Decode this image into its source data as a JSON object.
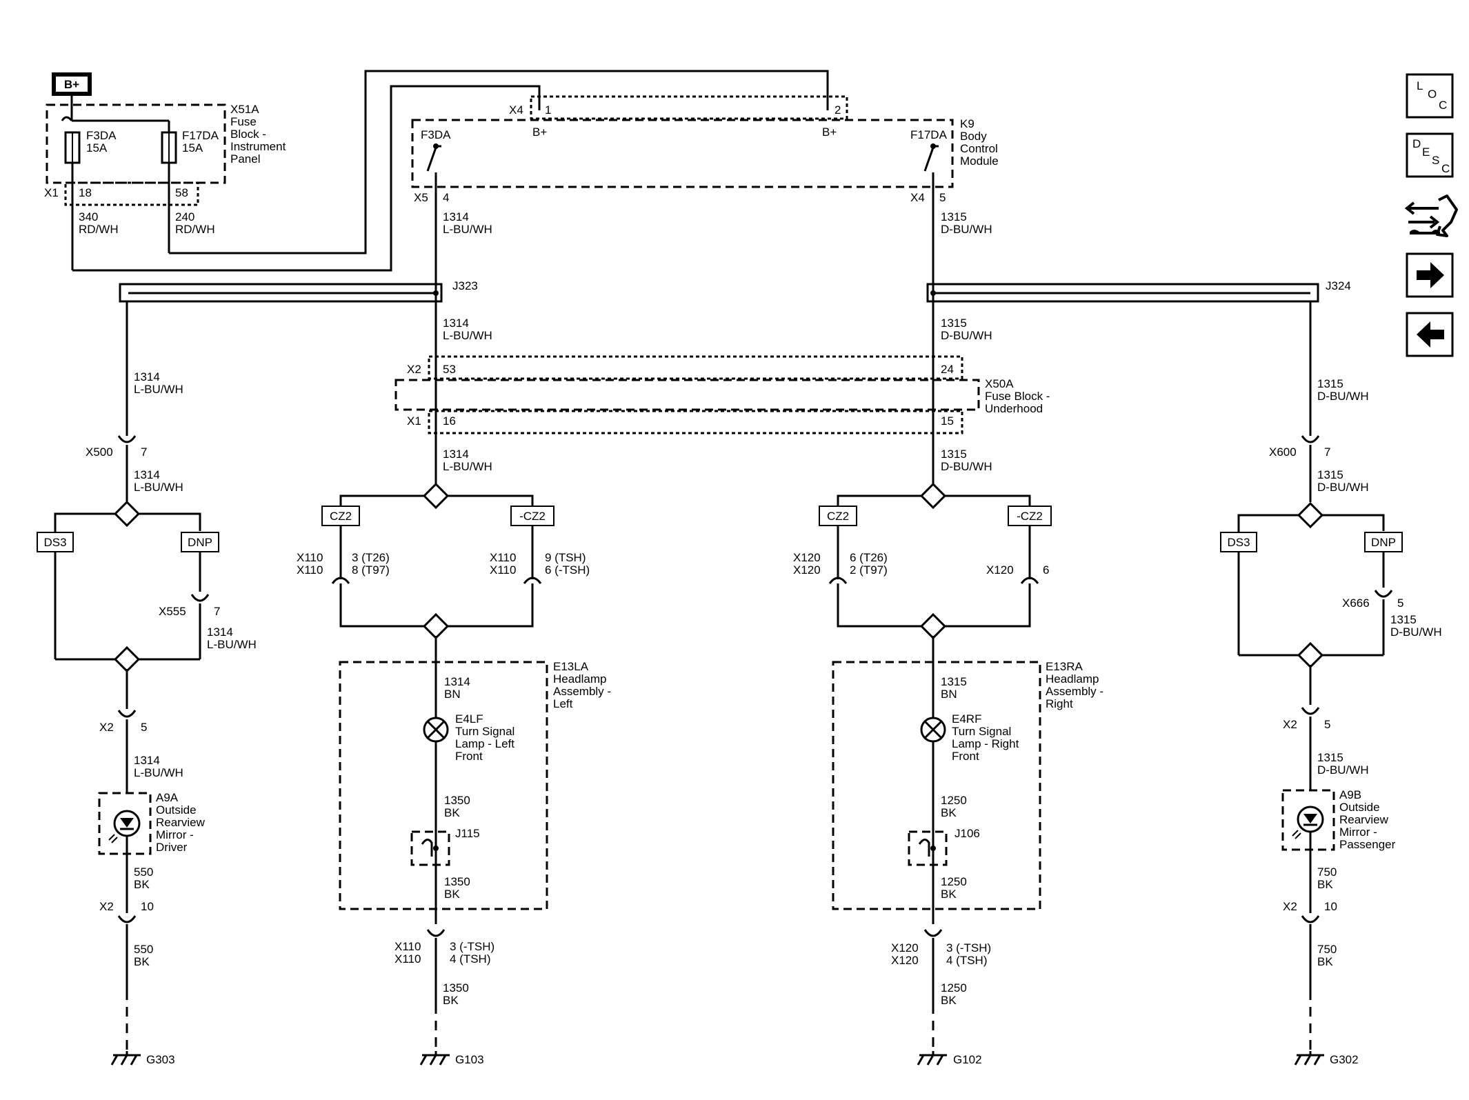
{
  "power": {
    "label": "B+"
  },
  "fuse_block_ip": {
    "id": "X51A",
    "name_lines": [
      "Fuse",
      "Block -",
      "Instrument",
      "Panel"
    ],
    "fuse1": {
      "name": "F3DA",
      "rating": "15A"
    },
    "fuse2": {
      "name": "F17DA",
      "rating": "15A"
    },
    "connector": "X1",
    "pin1": "18",
    "pin2": "58",
    "wire1": {
      "circuit": "340",
      "color": "RD/WH"
    },
    "wire2": {
      "circuit": "240",
      "color": "RD/WH"
    }
  },
  "bcm": {
    "id": "K9",
    "name_lines": [
      "Body",
      "Control",
      "Module"
    ],
    "input_connector": "X4",
    "input_pin1": "1",
    "input_pin2": "2",
    "bplus": "B+",
    "left_fuse": "F3DA",
    "right_fuse": "F17DA",
    "left_out_connector": "X5",
    "left_out_pin": "4",
    "right_out_connector": "X4",
    "right_out_pin": "5"
  },
  "circuits": {
    "left": {
      "number": "1314",
      "color": "L-BU/WH"
    },
    "right": {
      "number": "1315",
      "color": "D-BU/WH"
    },
    "bn_color": "BN",
    "bk_color": "BK",
    "left_lamp_ground": "1350",
    "right_lamp_ground": "1250",
    "left_mirror_ground": "550",
    "right_mirror_ground": "750"
  },
  "splices": {
    "left": "J323",
    "right": "J324",
    "left_lamp": "J115",
    "right_lamp": "J106"
  },
  "fuse_block_uh": {
    "id": "X50A",
    "name_lines": [
      "Fuse Block -",
      "Underhood"
    ],
    "top_connector": "X2",
    "top_pin_left": "53",
    "top_pin_right": "24",
    "bottom_connector": "X1",
    "bottom_pin_left": "16",
    "bottom_pin_right": "15"
  },
  "options": {
    "cz2": "CZ2",
    "not_cz2": "-CZ2",
    "ds3": "DS3",
    "dnp": "DNP"
  },
  "left_mirror_branch": {
    "conn_top": "X500",
    "pin_top": "7",
    "conn_dnp": "X555",
    "pin_dnp": "7",
    "conn_mid": "X2",
    "pin_mid": "5",
    "conn_bottom": "X2",
    "pin_bottom": "10",
    "device": {
      "id": "A9A",
      "name_lines": [
        "Outside",
        "Rearview",
        "Mirror -",
        "Driver"
      ]
    },
    "ground": "G303"
  },
  "right_mirror_branch": {
    "conn_top": "X600",
    "pin_top": "7",
    "conn_dnp": "X666",
    "pin_dnp": "5",
    "conn_mid": "X2",
    "pin_mid": "5",
    "conn_bottom": "X2",
    "pin_bottom": "10",
    "device": {
      "id": "A9B",
      "name_lines": [
        "Outside",
        "Rearview",
        "Mirror -",
        "Passenger"
      ]
    },
    "ground": "G302"
  },
  "left_headlamp_branch": {
    "cz2_conn_lines": [
      "X110",
      "X110"
    ],
    "cz2_pin_lines": [
      "3 (T26)",
      "8 (T97)"
    ],
    "ncz2_conn_lines": [
      "X110",
      "X110"
    ],
    "ncz2_pin_lines": [
      "9 (TSH)",
      "6 (-TSH)"
    ],
    "assembly": {
      "id": "E13LA",
      "name_lines": [
        "Headlamp",
        "Assembly -",
        "Left"
      ]
    },
    "lamp": {
      "id": "E4LF",
      "name_lines": [
        "Turn Signal",
        "Lamp - Left",
        "Front"
      ]
    },
    "bottom_conn_lines": [
      "X110",
      "X110"
    ],
    "bottom_pin_lines": [
      "3 (-TSH)",
      "4 (TSH)"
    ],
    "ground": "G103"
  },
  "right_headlamp_branch": {
    "cz2_conn_lines": [
      "X120",
      "X120"
    ],
    "cz2_pin_lines": [
      "6 (T26)",
      "2 (T97)"
    ],
    "ncz2_conn": "X120",
    "ncz2_pin": "6",
    "assembly": {
      "id": "E13RA",
      "name_lines": [
        "Headlamp",
        "Assembly -",
        "Right"
      ]
    },
    "lamp": {
      "id": "E4RF",
      "name_lines": [
        "Turn Signal",
        "Lamp - Right",
        "Front"
      ]
    },
    "bottom_conn_lines": [
      "X120",
      "X120"
    ],
    "bottom_pin_lines": [
      "3 (-TSH)",
      "4 (TSH)"
    ],
    "ground": "G102"
  },
  "toolbar": {
    "loc": [
      "L",
      "O",
      "C"
    ],
    "desc": [
      "D",
      "E",
      "S",
      "C"
    ],
    "buttons": [
      "loc-button",
      "desc-button",
      "connector-view-icon",
      "next-arrow-icon",
      "back-arrow-icon"
    ]
  }
}
